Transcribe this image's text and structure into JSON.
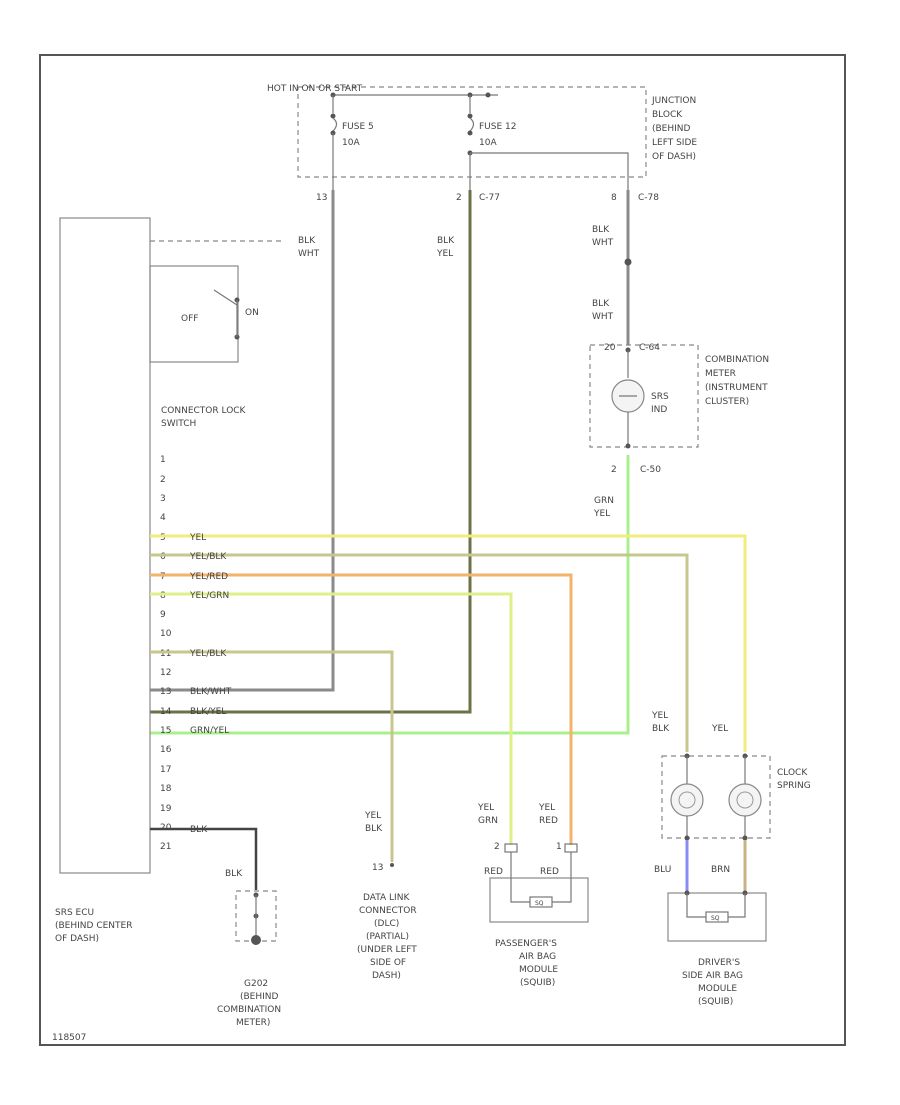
{
  "fuse_box": {
    "hot_label": "HOT IN ON OR START",
    "fuse1": [
      "FUSE 5",
      "10A"
    ],
    "fuse2": [
      "FUSE 12",
      "10A"
    ],
    "desc": [
      "JUNCTION",
      "BLOCK",
      "(BEHIND",
      "LEFT SIDE",
      "OF DASH)"
    ],
    "pin_left": "13",
    "pin_mid": "2",
    "pin_mid_conn": "C-77",
    "pin_right": "8",
    "pin_right_conn": "C-78"
  },
  "wires_top": {
    "left": [
      "BLK",
      "WHT"
    ],
    "mid": [
      "BLK",
      "YEL"
    ],
    "right_upper": [
      "BLK",
      "WHT"
    ],
    "right_lower": [
      "BLK",
      "WHT"
    ],
    "meter_out": [
      "GRN",
      "YEL"
    ]
  },
  "lock_switch": {
    "off": "OFF",
    "on": "ON",
    "title": [
      "CONNECTOR LOCK",
      "SWITCH"
    ]
  },
  "srs_ecu": {
    "pins": [
      "1",
      "2",
      "3",
      "4",
      "5",
      "6",
      "7",
      "8",
      "9",
      "10",
      "11",
      "12",
      "13",
      "14",
      "15",
      "16",
      "17",
      "18",
      "19",
      "20",
      "21"
    ],
    "wire_labels": {
      "5": "YEL",
      "6": "YEL/BLK",
      "7": "YEL/RED",
      "8": "YEL/GRN",
      "11": "YEL/BLK",
      "13": "BLK/WHT",
      "14": "BLK/YEL",
      "15": "GRN/YEL",
      "20": "BLK"
    },
    "desc": [
      "SRS ECU",
      "(BEHIND CENTER",
      "OF DASH)"
    ]
  },
  "combination_meter": {
    "pin_top": "20",
    "pin_top_conn": "C-64",
    "lamp": [
      "SRS",
      "IND"
    ],
    "pin_bottom": "2",
    "pin_bottom_conn": "C-50",
    "desc": [
      "COMBINATION",
      "METER",
      "(INSTRUMENT",
      "CLUSTER)"
    ]
  },
  "ground": {
    "wire": "BLK",
    "desc": [
      "G202",
      "(BEHIND",
      "COMBINATION",
      "METER)"
    ]
  },
  "dlc": {
    "wire": [
      "YEL",
      "BLK"
    ],
    "pin": "13",
    "desc": [
      "DATA LINK",
      "CONNECTOR",
      "(DLC)",
      "(PARTIAL)",
      "(UNDER LEFT",
      "SIDE OF",
      "DASH)"
    ]
  },
  "passenger_airbag": {
    "wire_left": [
      "YEL",
      "GRN"
    ],
    "wire_right": [
      "YEL",
      "RED"
    ],
    "pin_left": "2",
    "pin_right": "1",
    "conn_left": "RED",
    "conn_right": "RED",
    "squib": "SQ",
    "desc": [
      "PASSENGER'S",
      "AIR BAG",
      "MODULE",
      "(SQUIB)"
    ]
  },
  "clock_spring": {
    "wire_left": [
      "YEL",
      "BLK"
    ],
    "wire_right": "YEL",
    "desc": [
      "CLOCK",
      "SPRING"
    ],
    "wire_blu": "BLU",
    "wire_brn": "BRN"
  },
  "driver_airbag": {
    "squib": "SQ",
    "desc": [
      "DRIVER'S",
      "SIDE AIR BAG",
      "MODULE",
      "(SQUIB)"
    ]
  },
  "footer": {
    "code": "118507"
  }
}
